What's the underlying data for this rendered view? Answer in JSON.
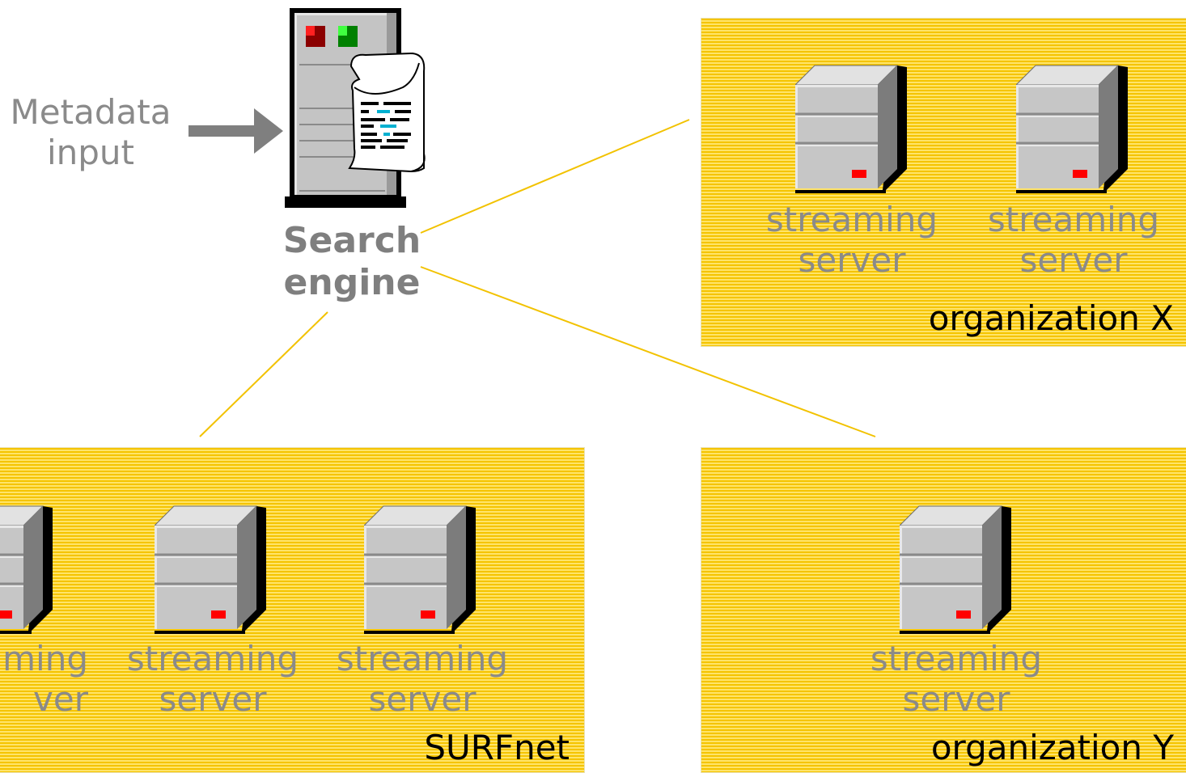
{
  "metadata_input": {
    "line1": "Metadata",
    "line2": "input"
  },
  "search_engine": {
    "line1": "Search",
    "line2": "engine"
  },
  "server_label": {
    "line1": "streaming",
    "line2": "server"
  },
  "organization_x": {
    "name": "organization X"
  },
  "organization_y": {
    "name": "organization Y"
  },
  "surfnet": {
    "name": "SURFnet"
  },
  "partial_server_label": {
    "line1": "ming",
    "line2": "ver"
  },
  "colors": {
    "box_stripe_dark": "#f5c400",
    "box_stripe_light": "#ffe46a",
    "connector_line": "#f2c200",
    "label_gray": "#8a8a8a",
    "arrow_gray": "#7f7f7f",
    "server_body": "#c6c6c6",
    "server_led": "#ff0000"
  },
  "icons": {
    "search_engine": "server-tower-with-document-icon",
    "streaming_server": "server-icon",
    "arrow": "arrow-right-icon"
  }
}
